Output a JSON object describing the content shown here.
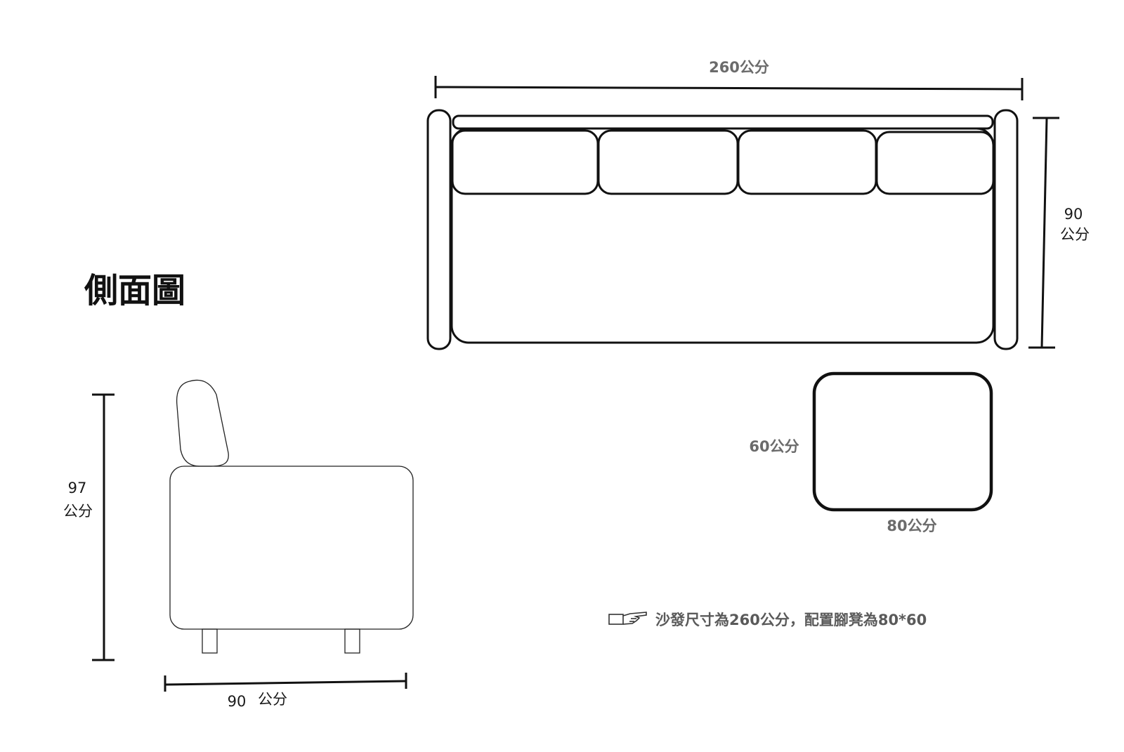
{
  "top_view": {
    "width_label": "260公分",
    "depth_label_value": "90",
    "depth_label_unit": "公分"
  },
  "ottoman": {
    "depth_label": "60公分",
    "width_label": "80公分"
  },
  "side_view": {
    "title": "側面圖",
    "height_label_value": "97",
    "height_label_unit": "公分",
    "depth_label_value": "90",
    "depth_label_unit": "公分"
  },
  "note": {
    "icon": "pointing-hand-icon",
    "text": "沙發尺寸為260公分，配置腳凳為80*60"
  },
  "colors": {
    "line": "#111111",
    "dim_text": "#6b6b6b"
  }
}
